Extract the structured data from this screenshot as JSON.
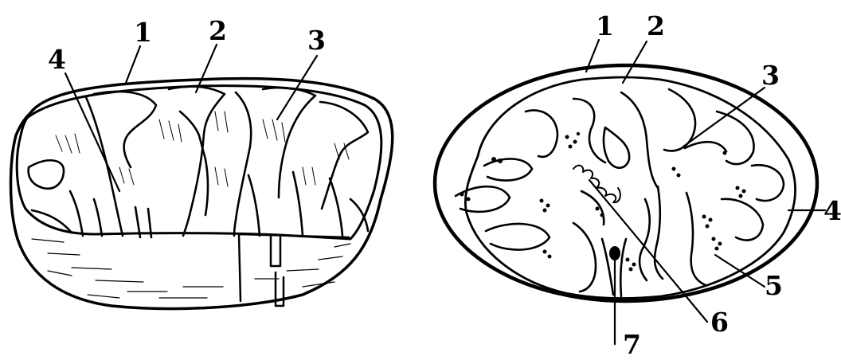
{
  "figure_left": {
    "labels": [
      "1",
      "2",
      "3",
      "4"
    ]
  },
  "figure_right": {
    "labels": [
      "1",
      "2",
      "3",
      "4",
      "5",
      "6",
      "7"
    ]
  }
}
